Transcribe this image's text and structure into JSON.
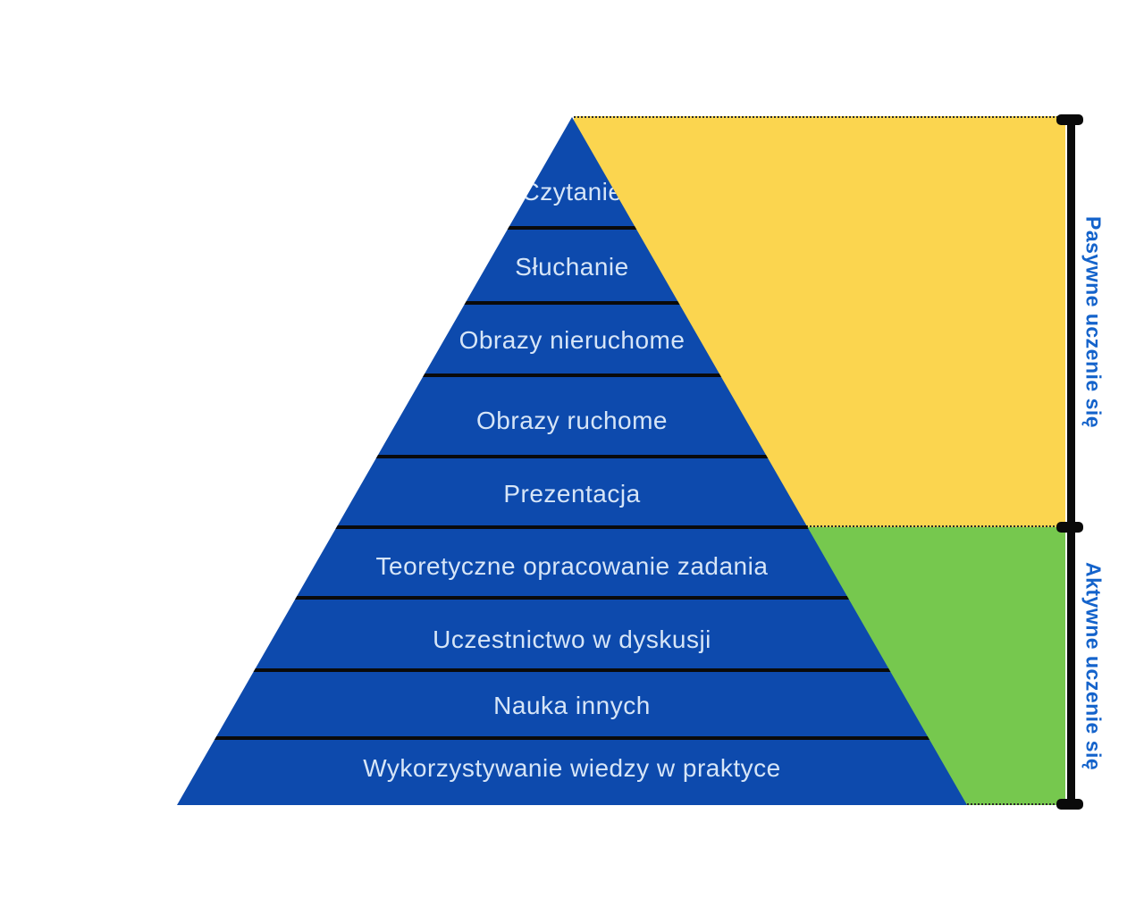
{
  "pyramid": {
    "levels": [
      {
        "label": "Czytanie"
      },
      {
        "label": "Słuchanie"
      },
      {
        "label": "Obrazy nieruchome"
      },
      {
        "label": "Obrazy ruchome"
      },
      {
        "label": "Prezentacja"
      },
      {
        "label": "Teoretyczne opracowanie zadania"
      },
      {
        "label": "Uczestnictwo w dyskusji"
      },
      {
        "label": "Nauka innych"
      },
      {
        "label": "Wykorzystywanie wiedzy w praktyce"
      }
    ]
  },
  "regions": {
    "passive": {
      "label": "Pasywne uczenie się"
    },
    "active": {
      "label": "Aktywne uczenie się"
    }
  },
  "colors": {
    "pyramid_blue": "#0D4AAD",
    "level_text": "#D6E5F7",
    "passive_yellow": "#FBD54F",
    "active_green": "#76C84E",
    "side_label_blue": "#1463CB",
    "line_black": "#0A0A0A"
  }
}
